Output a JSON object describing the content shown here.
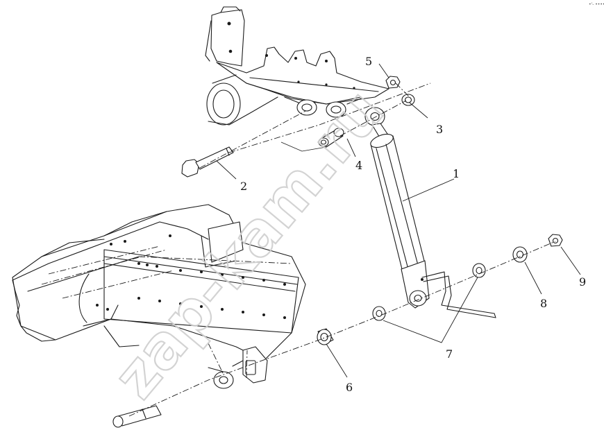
{
  "diagram": {
    "type": "exploded parts assembly drawing",
    "watermark": "zap-kam.ru",
    "callouts": [
      "1",
      "2",
      "3",
      "4",
      "5",
      "6",
      "7",
      "8",
      "9"
    ],
    "corner_mark": "•'- ••••"
  }
}
